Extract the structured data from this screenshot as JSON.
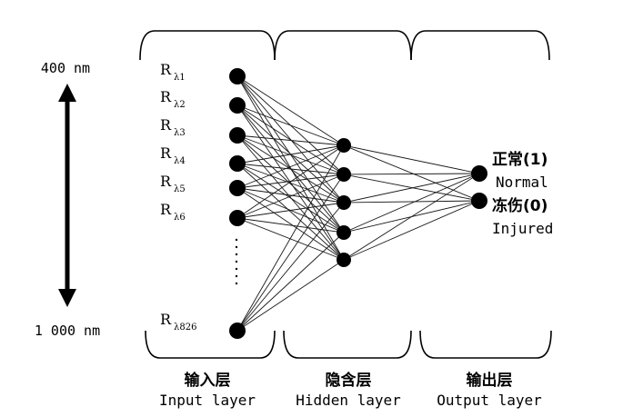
{
  "range": {
    "top_label": "400 nm",
    "bottom_label": "1 000 nm"
  },
  "input": {
    "labels": [
      {
        "base": "R",
        "sub": "λ1"
      },
      {
        "base": "R",
        "sub": "λ2"
      },
      {
        "base": "R",
        "sub": "λ3"
      },
      {
        "base": "R",
        "sub": "λ4"
      },
      {
        "base": "R",
        "sub": "λ5"
      },
      {
        "base": "R",
        "sub": "λ6"
      }
    ],
    "last_label": {
      "base": "R",
      "sub": "λ826"
    },
    "node_count": 7
  },
  "hidden": {
    "node_count": 5
  },
  "output": {
    "labels": [
      {
        "zh": "正常(1)",
        "en": "Normal"
      },
      {
        "zh": "冻伤(0)",
        "en": "Injured"
      }
    ],
    "node_count": 2
  },
  "layers": [
    {
      "zh": "输入层",
      "en": "Input layer"
    },
    {
      "zh": "隐含层",
      "en": "Hidden layer"
    },
    {
      "zh": "输出层",
      "en": "Output layer"
    }
  ]
}
